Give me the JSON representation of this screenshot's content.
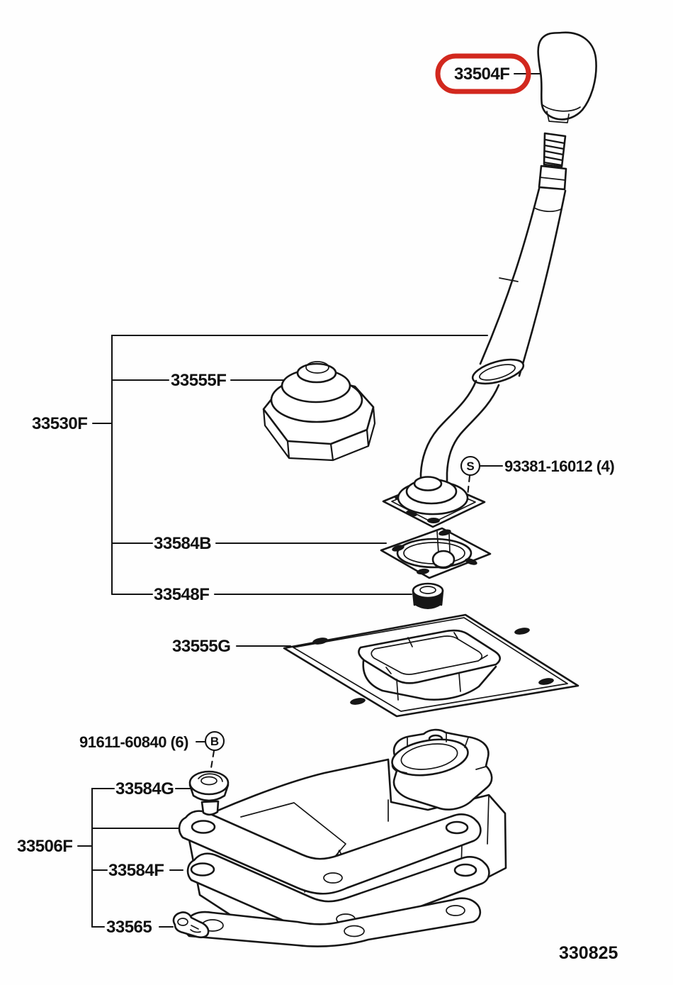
{
  "diagram": {
    "figure_code": "330825",
    "highlight_color": "#d2281e",
    "line_color": "#161616",
    "background": "#fefefe"
  },
  "labels": {
    "p33504f": "33504F",
    "p33555f": "33555F",
    "p33530f": "33530F",
    "p33584b": "33584B",
    "p33548f": "33548F",
    "p33555g": "33555G",
    "p33584g": "33584G",
    "p33506f": "33506F",
    "p33584f": "33584F",
    "p33565": "33565",
    "fastener_s": {
      "symbol": "S",
      "number": "93381-16012 (4)"
    },
    "fastener_b": {
      "symbol": "B",
      "number": "91611-60840 (6)"
    },
    "figure_code": "330825"
  }
}
